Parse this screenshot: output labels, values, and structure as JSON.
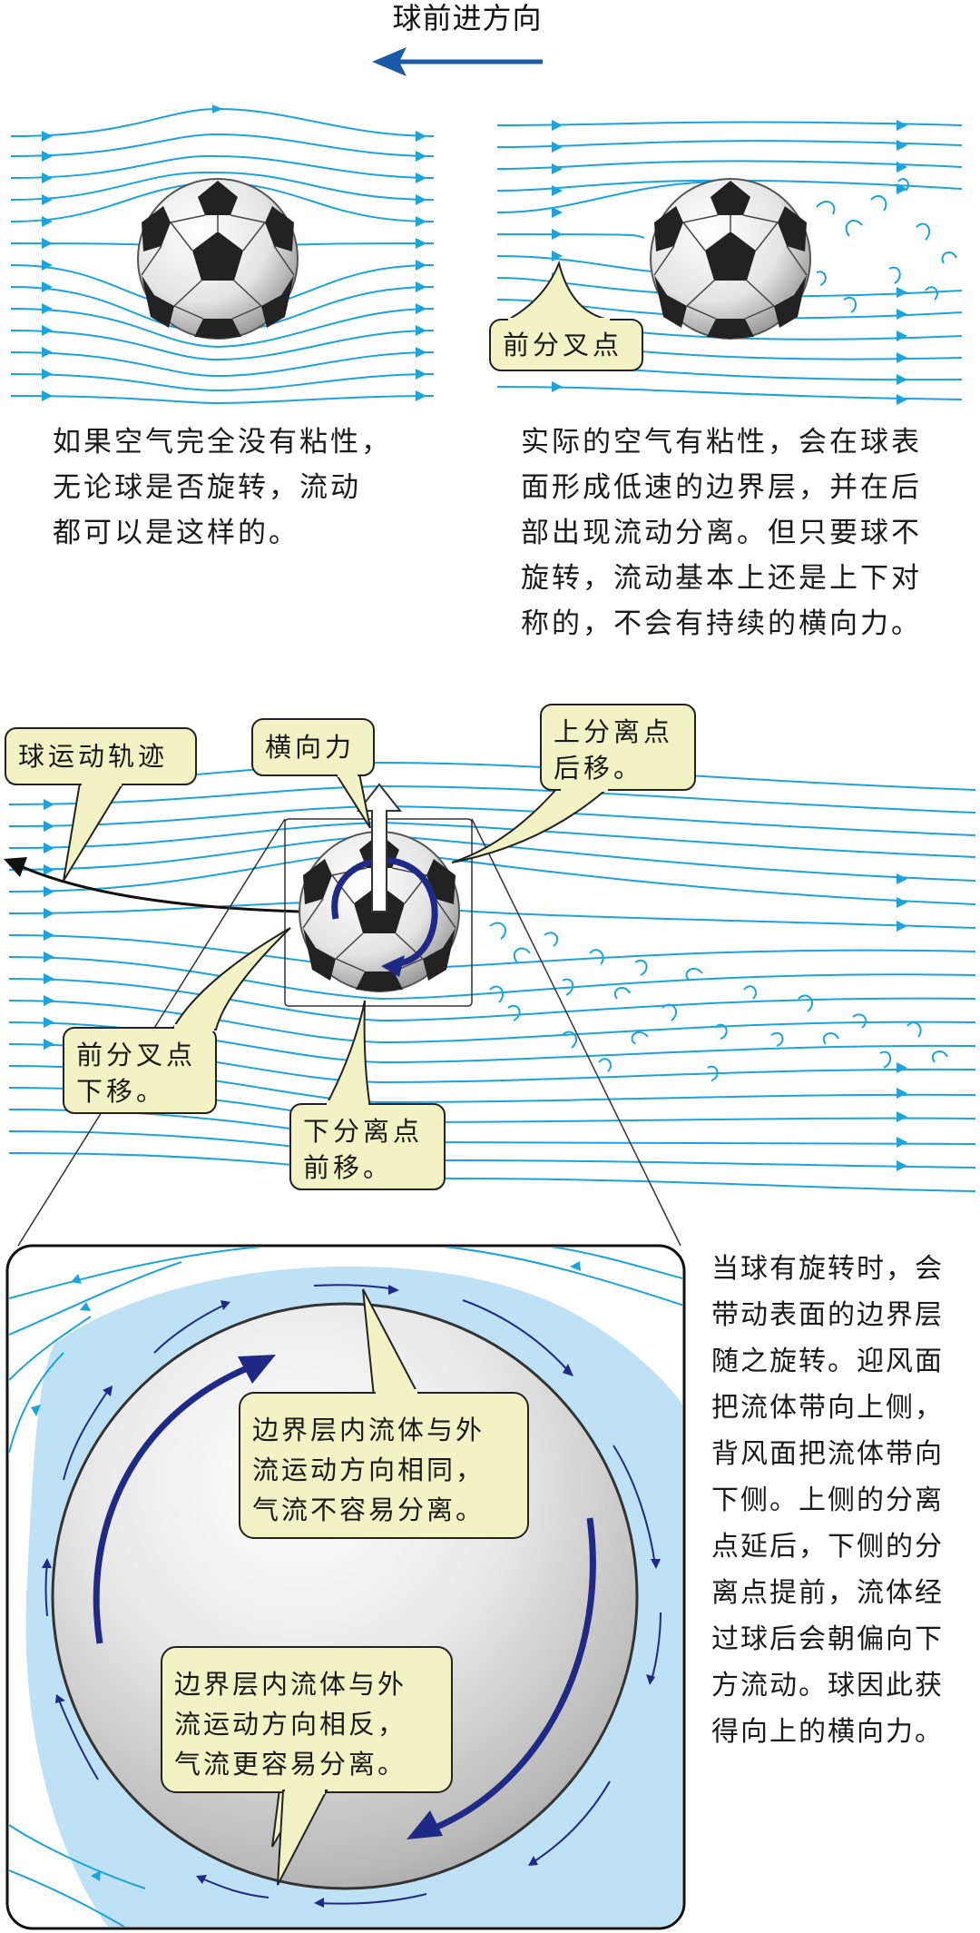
{
  "direction_label": "球前进方向",
  "top_left_text": [
    "如果空气完全没有粘性，",
    "无论球是否旋转，流动",
    "都可以是这样的。"
  ],
  "top_right_text": [
    "实际的空气有粘性，会在球表",
    "面形成低速的边界层，并在后",
    "部出现流动分离。但只要球不",
    "旋转，流动基本上还是上下对",
    "称的，不会有持续的横向力。"
  ],
  "labels": {
    "front_stagnation_top": "前分叉点",
    "trajectory": "球运动轨迹",
    "lateral_force": "横向力",
    "upper_separation": [
      "上分离点",
      "后移。"
    ],
    "front_stagnation_down": [
      "前分叉点",
      "下移。"
    ],
    "lower_separation": [
      "下分离点",
      "前移。"
    ],
    "same_direction": [
      "边界层内流体与外",
      "流运动方向相同，",
      "气流不容易分离。"
    ],
    "opposite_direction": [
      "边界层内流体与外",
      "流运动方向相反，",
      "气流更容易分离。"
    ]
  },
  "side_text": [
    "当球有旋转时，会",
    "带动表面的边界层",
    "随之旋转。迎风面",
    "把流体带向上侧，",
    "背风面把流体带向",
    "下侧。上侧的分离",
    "点延后，下侧的分",
    "离点提前，流体经",
    "过球后会朝偏向下",
    "方流动。球因此获",
    "得向上的横向力。"
  ],
  "colors": {
    "streamline": "#1aa3dc",
    "arrow_blue": "#1a5aa8",
    "spin_arrow": "#1f2a86",
    "callout_fill": "#f2f3c4",
    "boundary_layer": "#bfe1f5"
  },
  "icons": [
    "soccer-ball-icon",
    "direction-arrow-icon",
    "spin-arrow-icon",
    "force-arrow-icon"
  ]
}
